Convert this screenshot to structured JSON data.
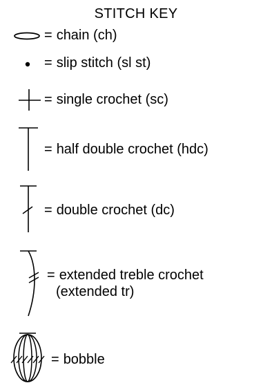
{
  "title": "STITCH KEY",
  "equals": "=",
  "entries": [
    {
      "icon": "chain-oval-icon",
      "label": "chain (ch)"
    },
    {
      "icon": "dot-icon",
      "label": "slip stitch (sl st)"
    },
    {
      "icon": "cross-icon",
      "label": "single crochet (sc)"
    },
    {
      "icon": "t-bar-icon",
      "label": "half double crochet (hdc)"
    },
    {
      "icon": "t-bar-slash-icon",
      "label": "double crochet (dc)"
    },
    {
      "icon": "curved-t-bar-slashes-icon",
      "label": "extended treble crochet",
      "label2": "(extended tr)"
    },
    {
      "icon": "bobble-icon",
      "label": "bobble"
    }
  ]
}
